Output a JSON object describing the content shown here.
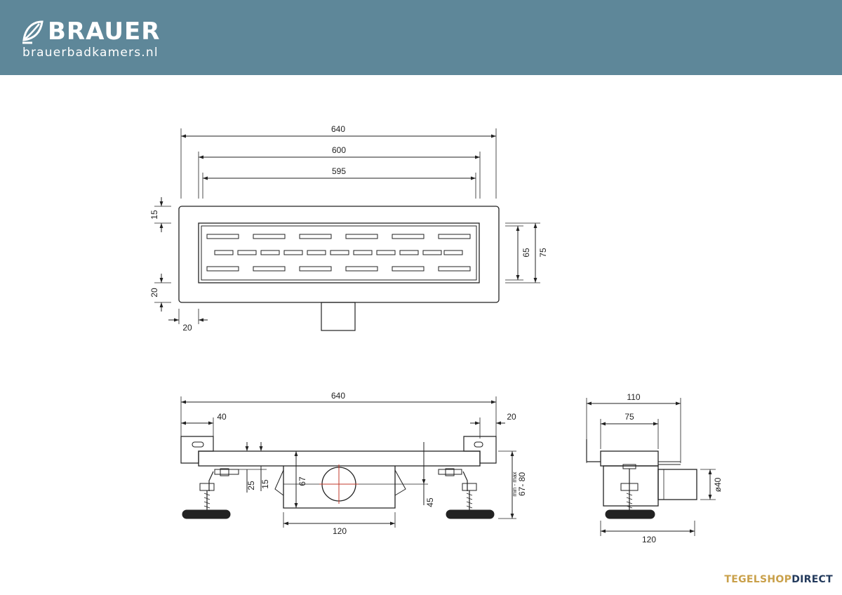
{
  "header": {
    "brand_name": "BRAUER",
    "brand_url": "brauerbadkamers.nl",
    "background_color": "#5e8799"
  },
  "top_view": {
    "dim_total_length": "640",
    "dim_grate_length": "600",
    "dim_slot_length": "595",
    "dim_top_margin": "15",
    "dim_bottom_margin": "20",
    "dim_side_margin": "20",
    "dim_inner_height": "65",
    "dim_total_height": "75"
  },
  "side_view": {
    "dim_total_length": "640",
    "dim_left_bracket": "40",
    "dim_right_bracket": "20",
    "dim_25": "25",
    "dim_15": "15",
    "dim_67": "67",
    "dim_45": "45",
    "dim_120": "120",
    "height_range_label": "min - max",
    "height_range": "67- 80"
  },
  "end_view": {
    "dim_110": "110",
    "dim_75": "75",
    "dim_120": "120",
    "dim_diameter": "ø40"
  },
  "footer": {
    "brand_part1": "TEGELSHOP",
    "brand_part2": "DIRECT",
    "color_part1": "#c9a04a",
    "color_part2": "#233a5c"
  }
}
